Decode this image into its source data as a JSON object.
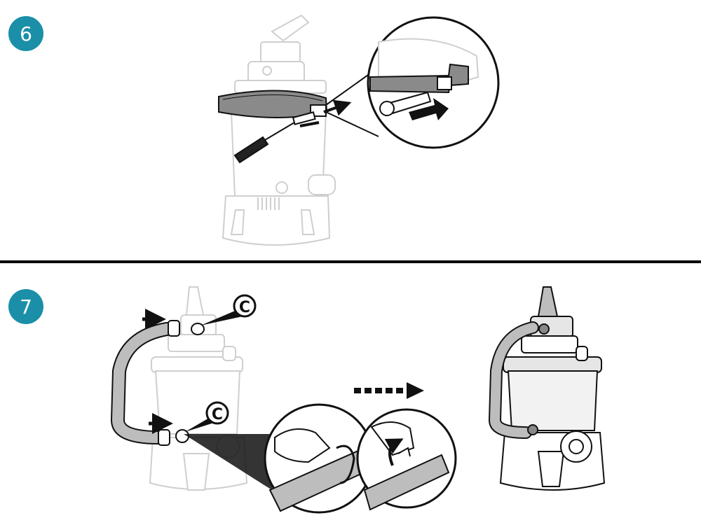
{
  "steps": [
    {
      "number": "6"
    },
    {
      "number": "7"
    }
  ],
  "callouts": {
    "label": "C"
  },
  "colors": {
    "badge": "#1b8fa8",
    "line": "#000000",
    "ghost": "#cfcfcf",
    "hose": "#bdbdbd",
    "dark": "#555555"
  }
}
